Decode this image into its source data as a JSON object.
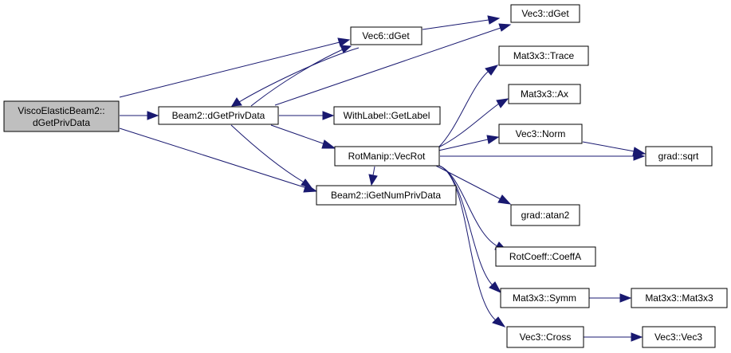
{
  "colors": {
    "edge": "#191970",
    "node_fill": "#ffffff",
    "root_fill": "#bfbfbf",
    "border": "#000000"
  },
  "nodes": {
    "viscoelastic_line1": "ViscoElasticBeam2::",
    "viscoelastic_line2": "dGetPrivData",
    "beam2_dgetprivdata": "Beam2::dGetPrivData",
    "vec6_dget": "Vec6::dGet",
    "vec3_dget": "Vec3::dGet",
    "withlabel_getlabel": "WithLabel::GetLabel",
    "rotmanip_vecrot": "RotManip::VecRot",
    "beam2_igetnumprivdata": "Beam2::iGetNumPrivData",
    "mat3x3_trace": "Mat3x3::Trace",
    "mat3x3_ax": "Mat3x3::Ax",
    "vec3_norm": "Vec3::Norm",
    "grad_sqrt": "grad::sqrt",
    "grad_atan2": "grad::atan2",
    "rotcoeff_coeffa": "RotCoeff::CoeffA",
    "mat3x3_symm": "Mat3x3::Symm",
    "mat3x3_mat3x3": "Mat3x3::Mat3x3",
    "vec3_cross": "Vec3::Cross",
    "vec3_vec3": "Vec3::Vec3"
  }
}
